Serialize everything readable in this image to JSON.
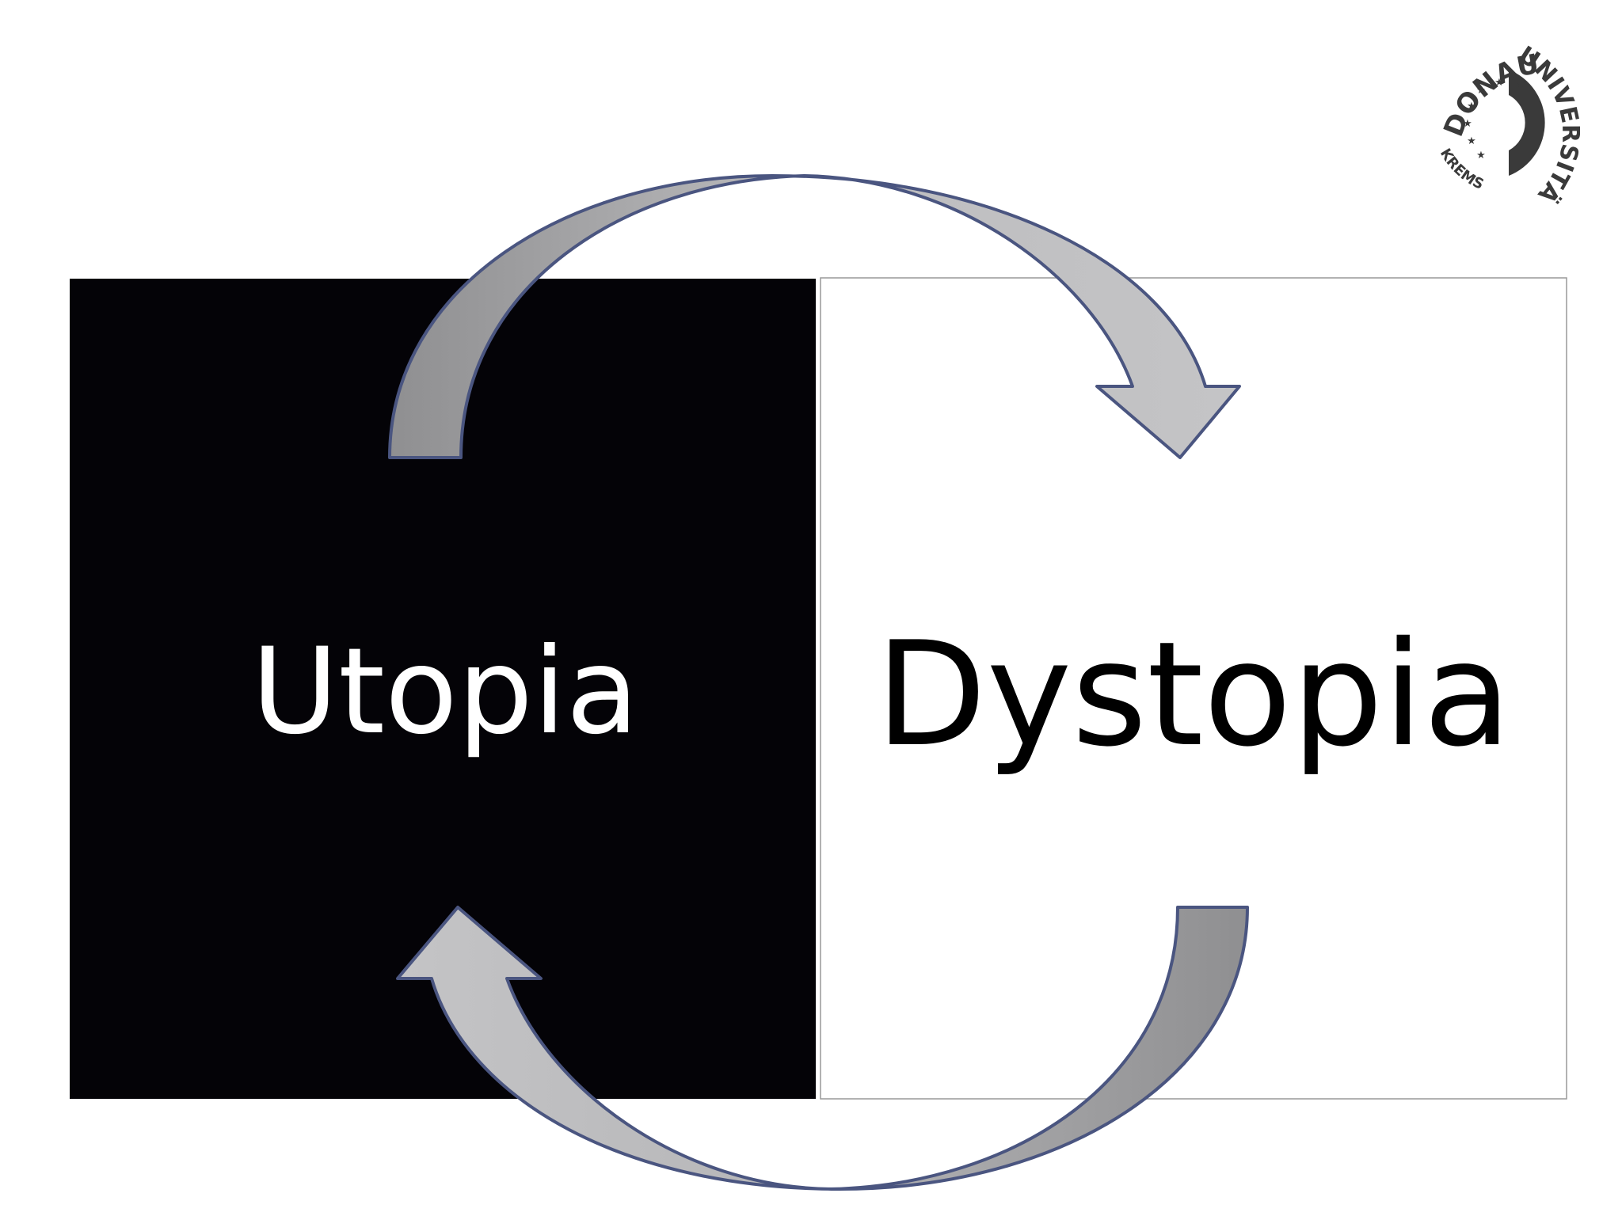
{
  "diagram": {
    "left_box": {
      "label": "Utopia",
      "fill": "#040307",
      "text_color": "#ffffff"
    },
    "right_box": {
      "label": "Dystopia",
      "fill": "#ffffff",
      "text_color": "#000000",
      "border": "#999999"
    },
    "arrows": {
      "top": {
        "from": "left_box",
        "to": "right_box"
      },
      "bottom": {
        "from": "right_box",
        "to": "left_box"
      },
      "fill_light": "#c2c2c4",
      "fill_dark": "#8f8f91",
      "stroke": "#4a5580"
    }
  },
  "logo": {
    "top_text": "DONAU",
    "right_text": "UNIVERSITÄT",
    "bottom_text": "KREMS",
    "color": "#3a3a3a"
  }
}
